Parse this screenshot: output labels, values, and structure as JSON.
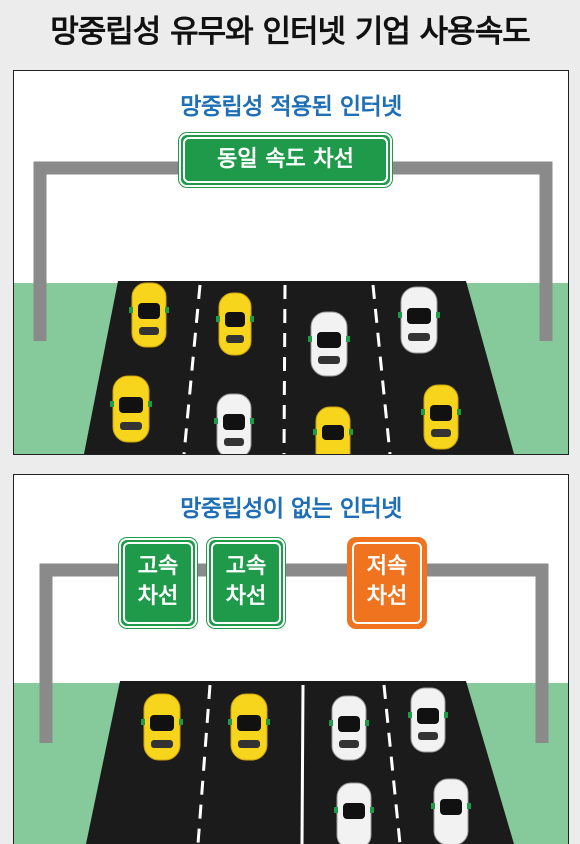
{
  "title": "망중립성 유무와 인터넷 기업 사용속도",
  "colors": {
    "background": "#ececec",
    "panel": "#ffffff",
    "heading_blue": "#1e6fb5",
    "grass": "#86c99a",
    "road": "#1b1b1b",
    "gantry": "#8a8a8a",
    "sign_green": "#1f9a4a",
    "sign_orange": "#f0731f",
    "car_yellow": "#f7d51d",
    "car_white": "#f2f2f2"
  },
  "panel_with": {
    "heading": "망중립성 적용된 인터넷",
    "sign_label": "동일 속도 차선",
    "lanes": 4,
    "cars": [
      "yellow",
      "yellow",
      "white",
      "white",
      "yellow",
      "white",
      "yellow",
      "yellow"
    ]
  },
  "panel_without": {
    "heading": "망중립성이 없는 인터넷",
    "signs": [
      {
        "line1": "고속",
        "line2": "차선",
        "color": "green"
      },
      {
        "line1": "고속",
        "line2": "차선",
        "color": "green"
      },
      {
        "line1": "저속",
        "line2": "차선",
        "color": "orange"
      }
    ],
    "fast_lane_cars": [
      "yellow",
      "yellow"
    ],
    "slow_lane_cars": [
      "white",
      "white",
      "white",
      "white"
    ]
  }
}
